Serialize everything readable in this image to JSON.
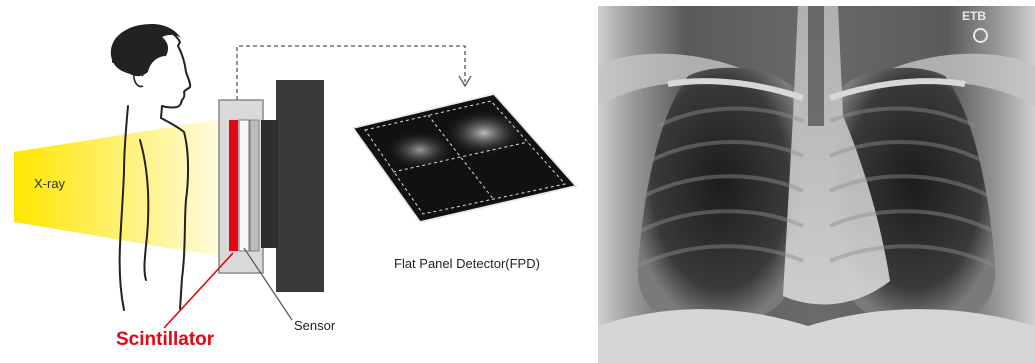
{
  "diagram": {
    "xray_label": "X-ray",
    "fpd_label": "Flat Panel Detector(FPD)",
    "sensor_label": "Sensor",
    "scintillator_label": "Scintillator",
    "colors": {
      "beam": "#ffe600",
      "scintillator": "#e30613",
      "detector_body": "#3a3a3a",
      "fpd_plate": "#111111"
    }
  },
  "radiograph": {
    "side_marker": "ETB",
    "background": "#2a2a2a"
  }
}
